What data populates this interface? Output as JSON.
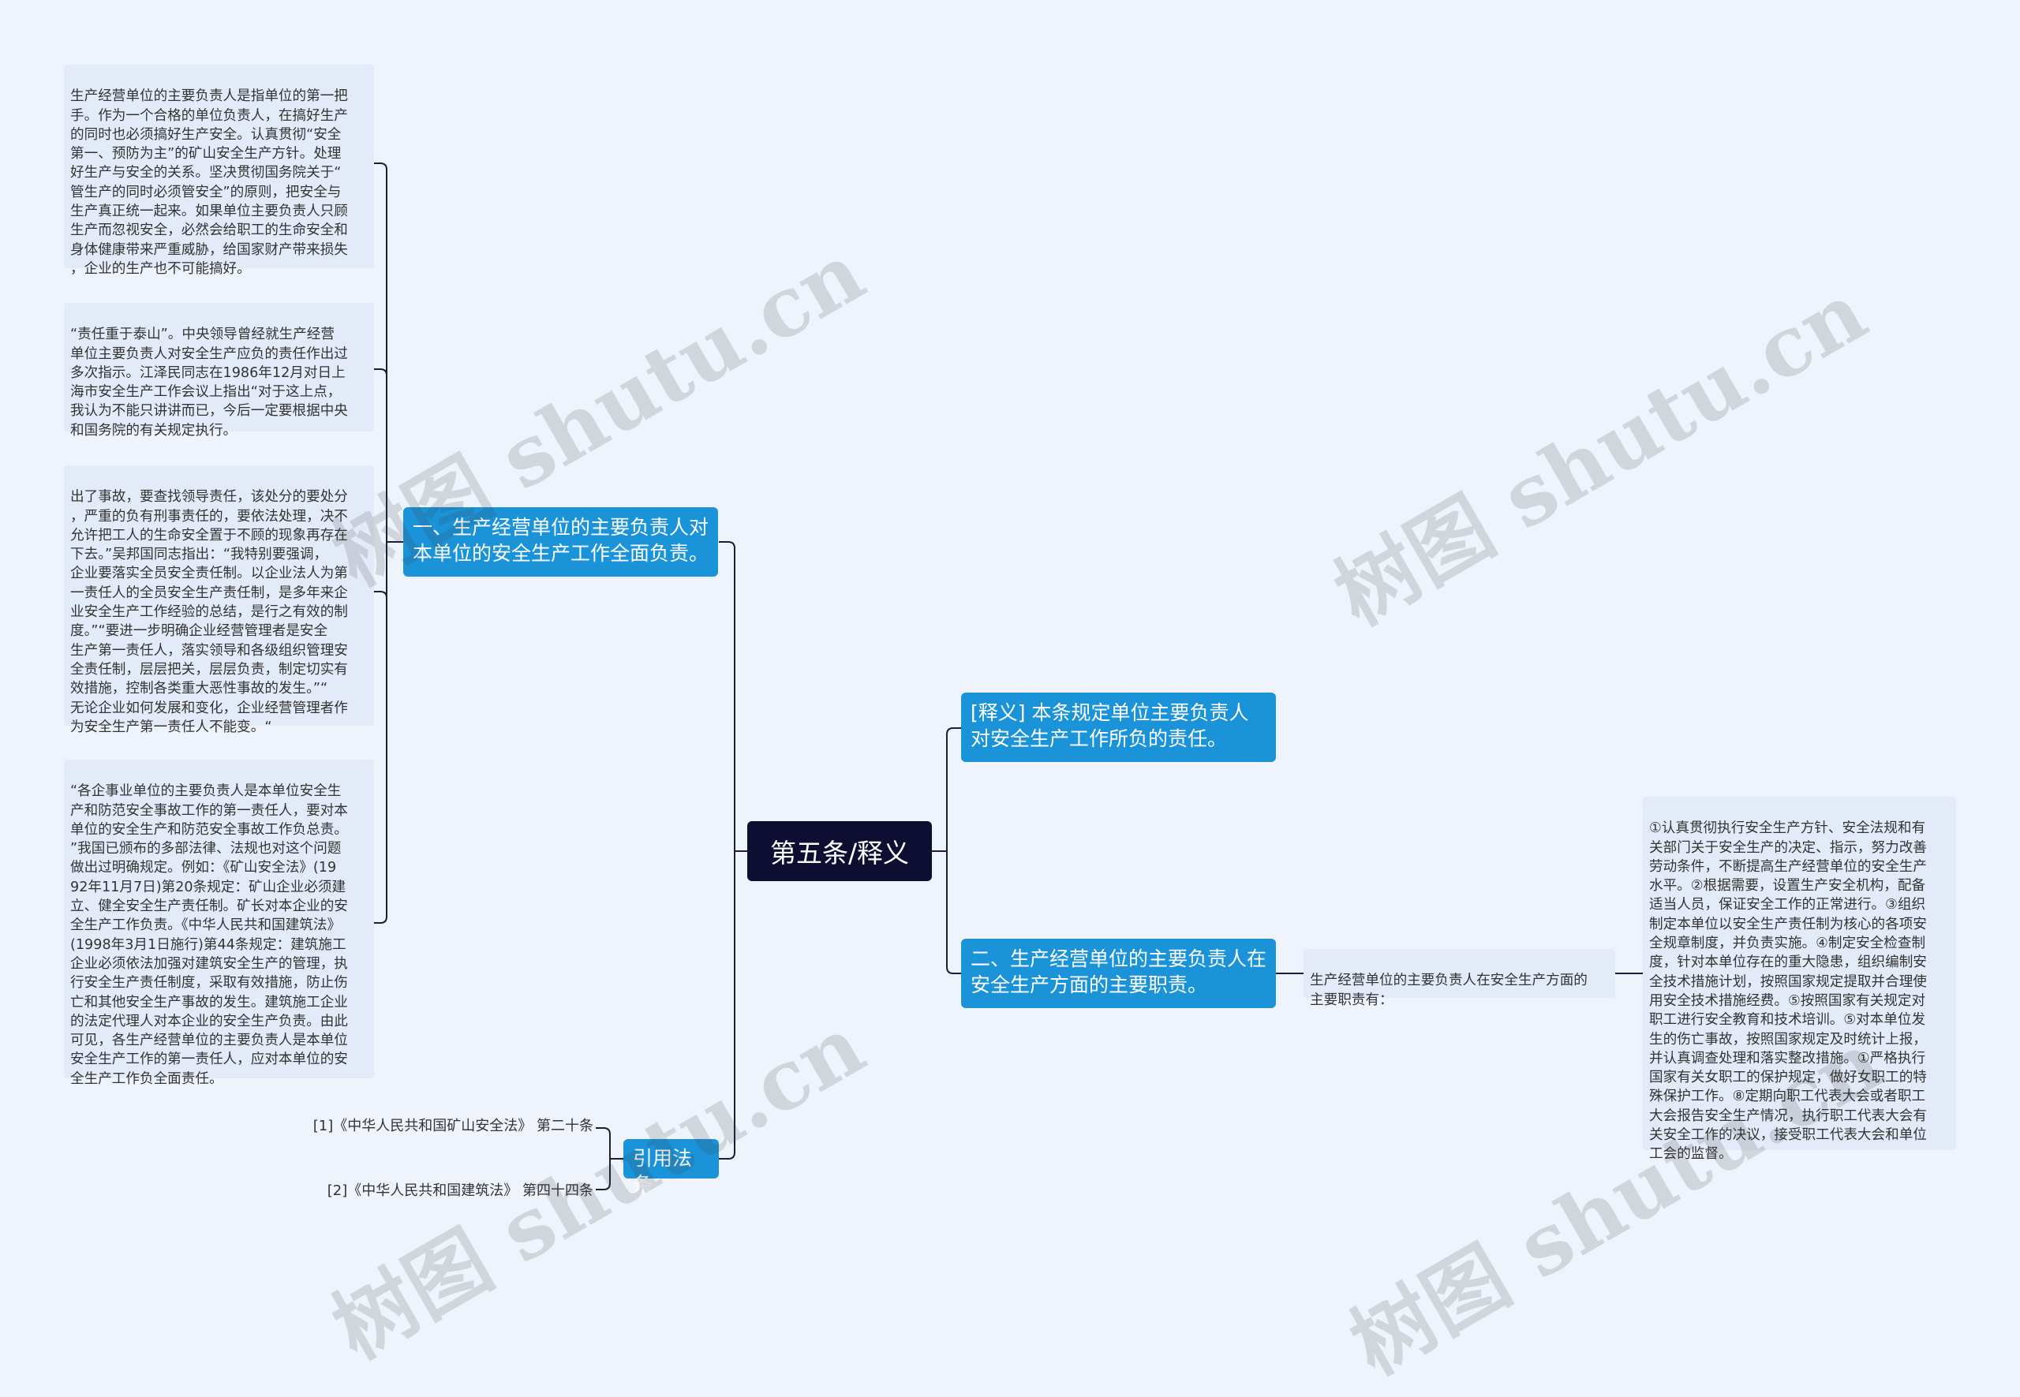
{
  "root": {
    "label": "第五条/释义"
  },
  "branch1": {
    "label": "一、生产经营单位的主要负责人对本单位的安全生产工作全面负责。",
    "leaves": [
      "生产经营单位的主要负责人是指单位的第一把\n手。作为一个合格的单位负责人，在搞好生产\n的同时也必须搞好生产安全。认真贯彻“安全\n第一、预防为主”的矿山安全生产方针。处理\n好生产与安全的关系。坚决贯彻国务院关于“\n管生产的同时必须管安全”的原则，把安全与\n生产真正统一起来。如果单位主要负责人只顾\n生产而忽视安全，必然会给职工的生命安全和\n身体健康带来严重威胁，给国家财产带来损失\n，企业的生产也不可能搞好。",
      "“责任重于泰山”。中央领导曾经就生产经营\n单位主要负责人对安全生产应负的责任作出过\n多次指示。江泽民同志在1986年12月对日上\n海市安全生产工作会议上指出“对于这上点，\n我认为不能只讲讲而已，今后一定要根据中央\n和国务院的有关规定执行。",
      "出了事故，要查找领导责任，该处分的要处分\n，严重的负有刑事责任的，要依法处理，决不\n允许把工人的生命安全置于不顾的现象再存在\n下去。”吴邦国同志指出：“我特别要强调，\n企业要落实全员安全责任制。以企业法人为第\n一责任人的全员安全生产责任制，是多年来企\n业安全生产工作经验的总结，是行之有效的制\n度。”“要进一步明确企业经营管理者是安全\n生产第一责任人，落实领导和各级组织管理安\n全责任制，层层把关，层层负责，制定切实有\n效措施，控制各类重大恶性事故的发生。”“\n无论企业如何发展和变化，企业经营管理者作\n为安全生产第一责任人不能变。“",
      "“各企事业单位的主要负责人是本单位安全生\n产和防范安全事故工作的第一责任人，要对本\n单位的安全生产和防范安全事故工作负总责。\n”我国已颁布的多部法律、法规也对这个问题\n做出过明确规定。例如：《矿山安全法》(19\n92年11月7日)第20条规定：矿山企业必须建\n立、健全安全生产责任制。矿长对本企业的安\n全生产工作负责。《中华人民共和国建筑法》\n(1998年3月1日施行)第44条规定：建筑施工\n企业必须依法加强对建筑安全生产的管理，执\n行安全生产责任制度，采取有效措施，防止伤\n亡和其他安全生产事故的发生。建筑施工企业\n的法定代理人对本企业的安全生产负责。由此\n可见，各生产经营单位的主要负责人是本单位\n安全生产工作的第一责任人，应对本单位的安\n全生产工作负全面责任。"
    ]
  },
  "branch2": {
    "label": "[释义] 本条规定单位主要负责人对安全生产工作所负的责任。"
  },
  "branch3": {
    "label": "二、生产经营单位的主要负责人在安全生产方面的主要职责。",
    "sub": "生产经营单位的主要负责人在安全生产方面的\n主要职责有：",
    "detail": "①认真贯彻执行安全生产方针、安全法规和有\n关部门关于安全生产的决定、指示，努力改善\n劳动条件，不断提高生产经营单位的安全生产\n水平。②根据需要，设置生产安全机构，配备\n适当人员，保证安全工作的正常进行。③组织\n制定本单位以安全生产责任制为核心的各项安\n全规章制度，并负责实施。④制定安全检查制\n度，针对本单位存在的重大隐患，组织编制安\n全技术措施计划，按照国家规定提取并合理使\n用安全技术措施经费。⑤按照国家有关规定对\n职工进行安全教育和技术培训。⑤对本单位发\n生的伤亡事故，按照国家规定及时统计上报，\n并认真调查处理和落实整改措施。①严格执行\n国家有关女职工的保护规定，做好女职工的特\n殊保护工作。⑧定期向职工代表大会或者职工\n大会报告安全生产情况，执行职工代表大会有\n关安全工作的决议，接受职工代表大会和单位\n工会的监督。"
  },
  "branch4": {
    "label": "引用法条",
    "citations": [
      "[1]《中华人民共和国矿山安全法》 第二十条",
      "[2]《中华人民共和国建筑法》 第四十四条"
    ]
  },
  "watermark": "树图 shutu.cn",
  "colors": {
    "background": "#eef3fc",
    "root": "#0e0e33",
    "branch": "#1b93d8",
    "leaf": "#e4ebf8",
    "line": "#1d1d3a"
  }
}
